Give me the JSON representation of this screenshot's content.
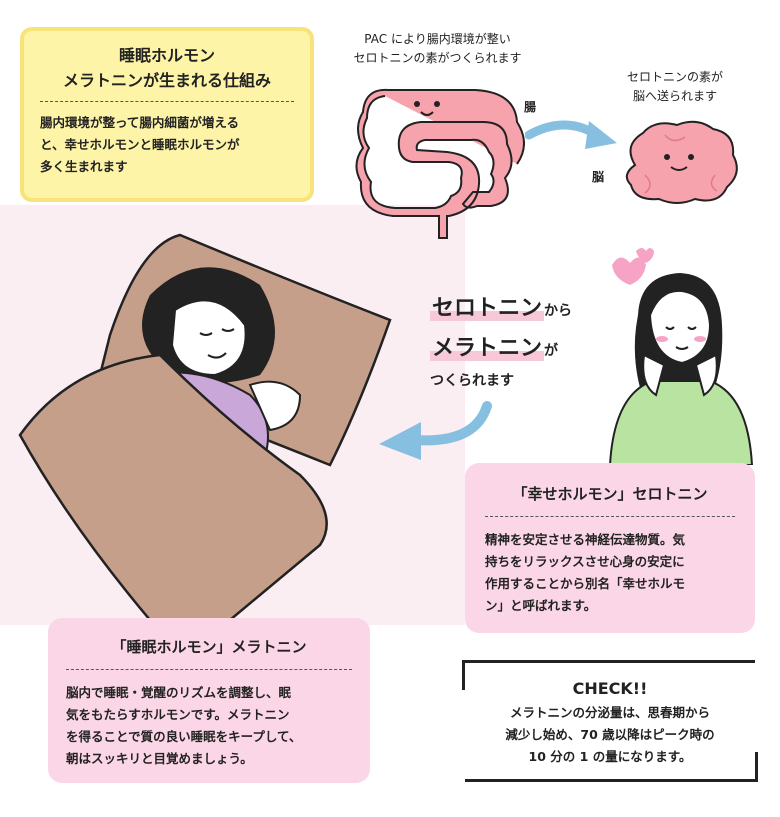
{
  "intro": {
    "title_line1": "睡眠ホルモン",
    "title_line2": "メラトニンが生まれる仕組み",
    "body_line1": "腸内環境が整って腸内細菌が増える",
    "body_line2": "と、幸せホルモンと睡眠ホルモンが",
    "body_line3": "多く生まれます"
  },
  "gut_caption": {
    "line1": "PAC により腸内環境が整い",
    "line2": "セロトニンの素がつくられます"
  },
  "gut_label": "腸",
  "brain_caption": {
    "line1": "セロトニンの素が",
    "line2": "脳へ送られます"
  },
  "brain_label": "脳",
  "center_text": {
    "serotonin": "セロトニン",
    "kara": "から",
    "melatonin": "メラトニン",
    "ga": "が",
    "line3": "つくられます"
  },
  "serotonin_box": {
    "title": "「幸せホルモン」セロトニン",
    "body_line1": "精神を安定させる神経伝達物質。気",
    "body_line2": "持ちをリラックスさせ心身の安定に",
    "body_line3": "作用することから別名「幸せホルモ",
    "body_line4": "ン」と呼ばれます。"
  },
  "melatonin_box": {
    "title": "「睡眠ホルモン」メラトニン",
    "body_line1": "脳内で睡眠・覚醒のリズムを調整し、眠",
    "body_line2": "気をもたらすホルモンです。メラトニン",
    "body_line3": "を得ることで質の良い睡眠をキープして、",
    "body_line4": "朝はスッキリと目覚めましょう。"
  },
  "check": {
    "heading": "CHECK!!",
    "line1": "メラトニンの分泌量は、思春期から",
    "line2": "減少し始め、70 歳以降はピーク時の",
    "line3": "10 分の 1 の量になります。"
  },
  "colors": {
    "yellow_fill": "#fdf4a8",
    "yellow_border": "#f8e37a",
    "pink_box": "#fbd6e6",
    "gut_pink": "#f7a3ad",
    "arrow_blue": "#86bfe0",
    "sweater_green": "#b9e3a0",
    "pajama_purple": "#c9a7d8",
    "blanket_brown": "#c69f8a"
  }
}
